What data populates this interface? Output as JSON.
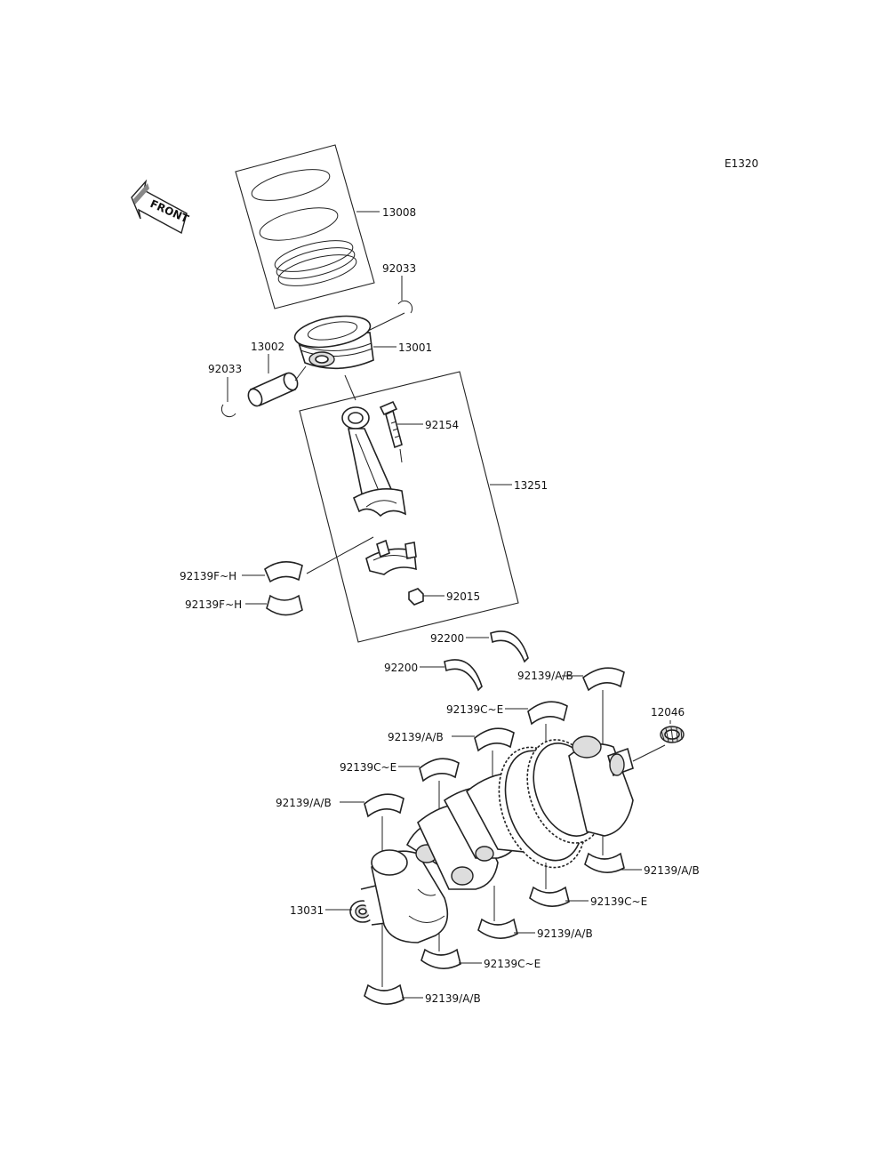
{
  "diagram": {
    "code": "E1320",
    "front_label": "FRONT",
    "labels": {
      "piston_rings": "13008",
      "circlip_right": "92033",
      "piston": "13001",
      "piston_pin": "13002",
      "circlip_left": "92033",
      "rod_bolt": "92154",
      "con_rod": "13251",
      "rod_bearing_1": "92139F~H",
      "rod_bearing_2": "92139F~H",
      "rod_nut": "92015",
      "thrust_1": "92200",
      "thrust_2": "92200",
      "main_ab_1": "92139/A/B",
      "gear_12046": "12046",
      "main_ce_1": "92139C~E",
      "main_ab_2": "92139/A/B",
      "main_ce_2": "92139C~E",
      "main_ab_3": "92139/A/B",
      "main_ab_4": "92139/A/B",
      "crankshaft": "13031",
      "main_ce_3": "92139C~E",
      "main_ab_5": "92139/A/B",
      "main_ce_4": "92139C~E",
      "main_ab_6": "92139/A/B"
    }
  }
}
